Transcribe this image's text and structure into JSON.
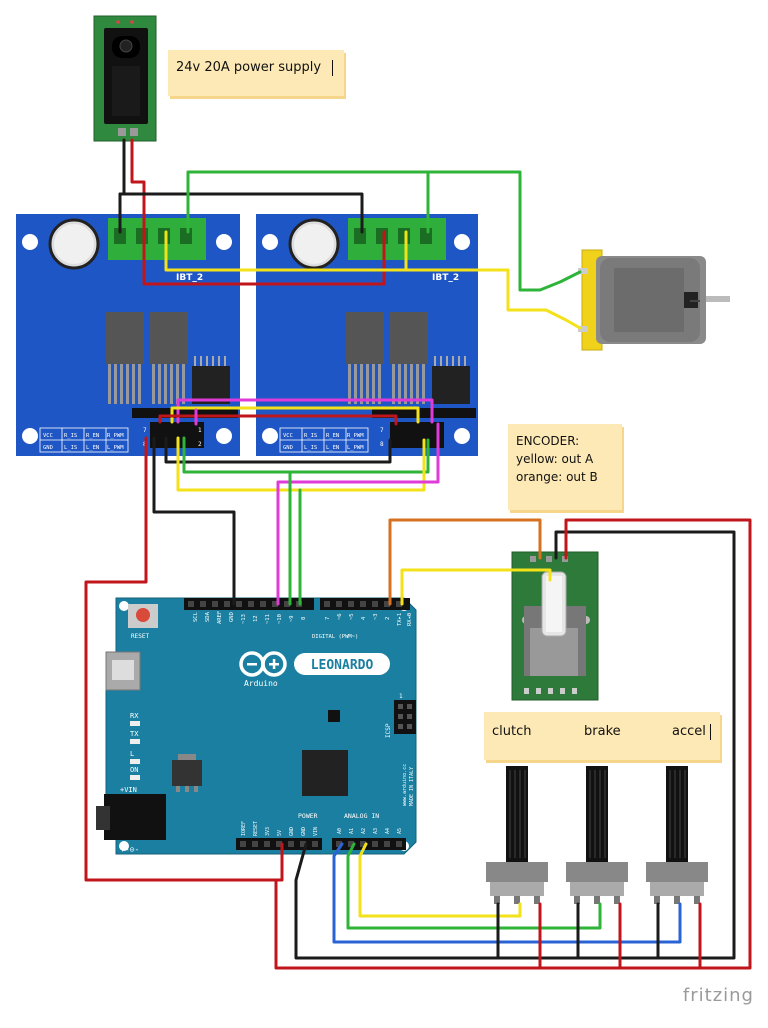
{
  "notes": {
    "power": "24v 20A power supply",
    "encoder_title": "ENCODER:",
    "encoder_yellow": "yellow: out A",
    "encoder_orange": "orange: out B",
    "pedal_clutch": "clutch",
    "pedal_brake": "brake",
    "pedal_accel": "accel"
  },
  "drivers": {
    "label_left": "IBT_2",
    "label_right": "IBT_2",
    "pins_top": [
      "VCC",
      "R_IS",
      "R_EN",
      "R_PWM"
    ],
    "pins_bottom": [
      "GND",
      "L_IS",
      "L_EN",
      "L_PWM"
    ],
    "pin_marks": [
      "7",
      "8",
      "1",
      "2"
    ]
  },
  "arduino": {
    "logo_text": "LEONARDO",
    "brand": "Arduino",
    "reset": "RESET",
    "leds": [
      "RX",
      "TX",
      "L",
      "ON"
    ],
    "icsp": "ICSP",
    "icsp_pin": "1",
    "vin": "+VIN",
    "power_label": "POWER",
    "analog_label": "ANALOG IN",
    "digital_label": "DIGITAL (PWM~)",
    "top_pins": [
      "SCL",
      "SDA",
      "AREF",
      "GND",
      "~13",
      "12",
      "~11",
      "~10",
      "~9",
      "8"
    ],
    "top_pins_right": [
      "7",
      "~6",
      "~5",
      "4",
      "~3",
      "2",
      "TX▸1",
      "RX◂0"
    ],
    "power_pins": [
      "IOREF",
      "RESET",
      "3V3",
      "5V",
      "GND",
      "GND",
      "VIN"
    ],
    "analog_pins": [
      "A0",
      "A1",
      "A2",
      "A3",
      "A4",
      "A5"
    ],
    "side_text": "www.arduino.cc",
    "side_text2": "MADE IN ITALY"
  },
  "footer": {
    "brand": "fritzing"
  },
  "colors": {
    "board_blue": "#1f56c6",
    "arduino_teal": "#1a7fa0",
    "pcb_green": "#2d7a3a",
    "note_bg": "#fde9b5",
    "wire_red": "#c0151b",
    "wire_black": "#1b1b1b",
    "wire_green": "#2fb43a",
    "wire_yellow": "#f3e21a",
    "wire_magenta": "#e03ad8",
    "wire_orange": "#d8711f",
    "wire_blue": "#2a63d6"
  }
}
